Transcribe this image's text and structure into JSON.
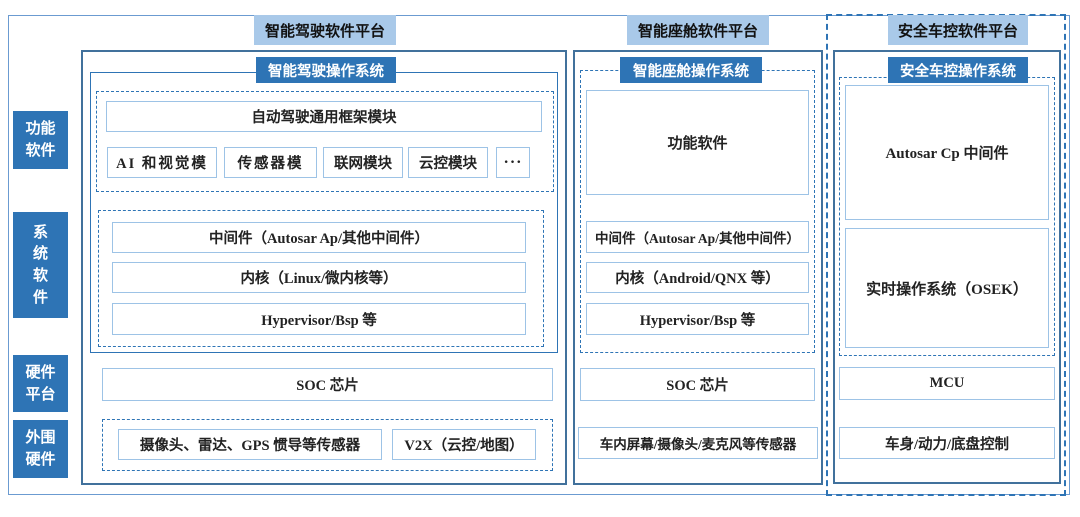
{
  "colors": {
    "dark_blue": "#2e74b5",
    "light_header_bg": "#a9c9e9",
    "light_box_border": "#9dc3e6",
    "column_border": "#41719c",
    "outer_border": "#6b9bd1"
  },
  "row_labels": {
    "functional": "功能\n软件",
    "system": "系\n统\n软\n件",
    "hardware": "硬件\n平台",
    "peripheral": "外围\n硬件"
  },
  "columns": {
    "driving": {
      "platform_title": "智能驾驶软件平台",
      "os_title": "智能驾驶操作系统",
      "framework": "自动驾驶通用框架模块",
      "modules": [
        "AI 和视觉模",
        "传感器模",
        "联网模块",
        "云控模块",
        "···"
      ],
      "middleware": "中间件（Autosar Ap/其他中间件）",
      "kernel": "内核（Linux/微内核等）",
      "hypervisor": "Hypervisor/Bsp 等",
      "chip": "SOC 芯片",
      "sensors": "摄像头、雷达、GPS 惯导等传感器",
      "v2x": "V2X（云控/地图）"
    },
    "cockpit": {
      "platform_title": "智能座舱软件平台",
      "os_title": "智能座舱操作系统",
      "functional_software": "功能软件",
      "middleware": "中间件（Autosar Ap/其他中间件）",
      "kernel": "内核（Android/QNX 等）",
      "hypervisor": "Hypervisor/Bsp 等",
      "chip": "SOC 芯片",
      "sensors": "车内屏幕/摄像头/麦克风等传感器"
    },
    "control": {
      "platform_title": "安全车控软件平台",
      "os_title": "安全车控操作系统",
      "middleware": "Autosar Cp 中间件",
      "rtos": "实时操作系统（OSEK）",
      "chip": "MCU",
      "body_control": "车身/动力/底盘控制"
    }
  }
}
